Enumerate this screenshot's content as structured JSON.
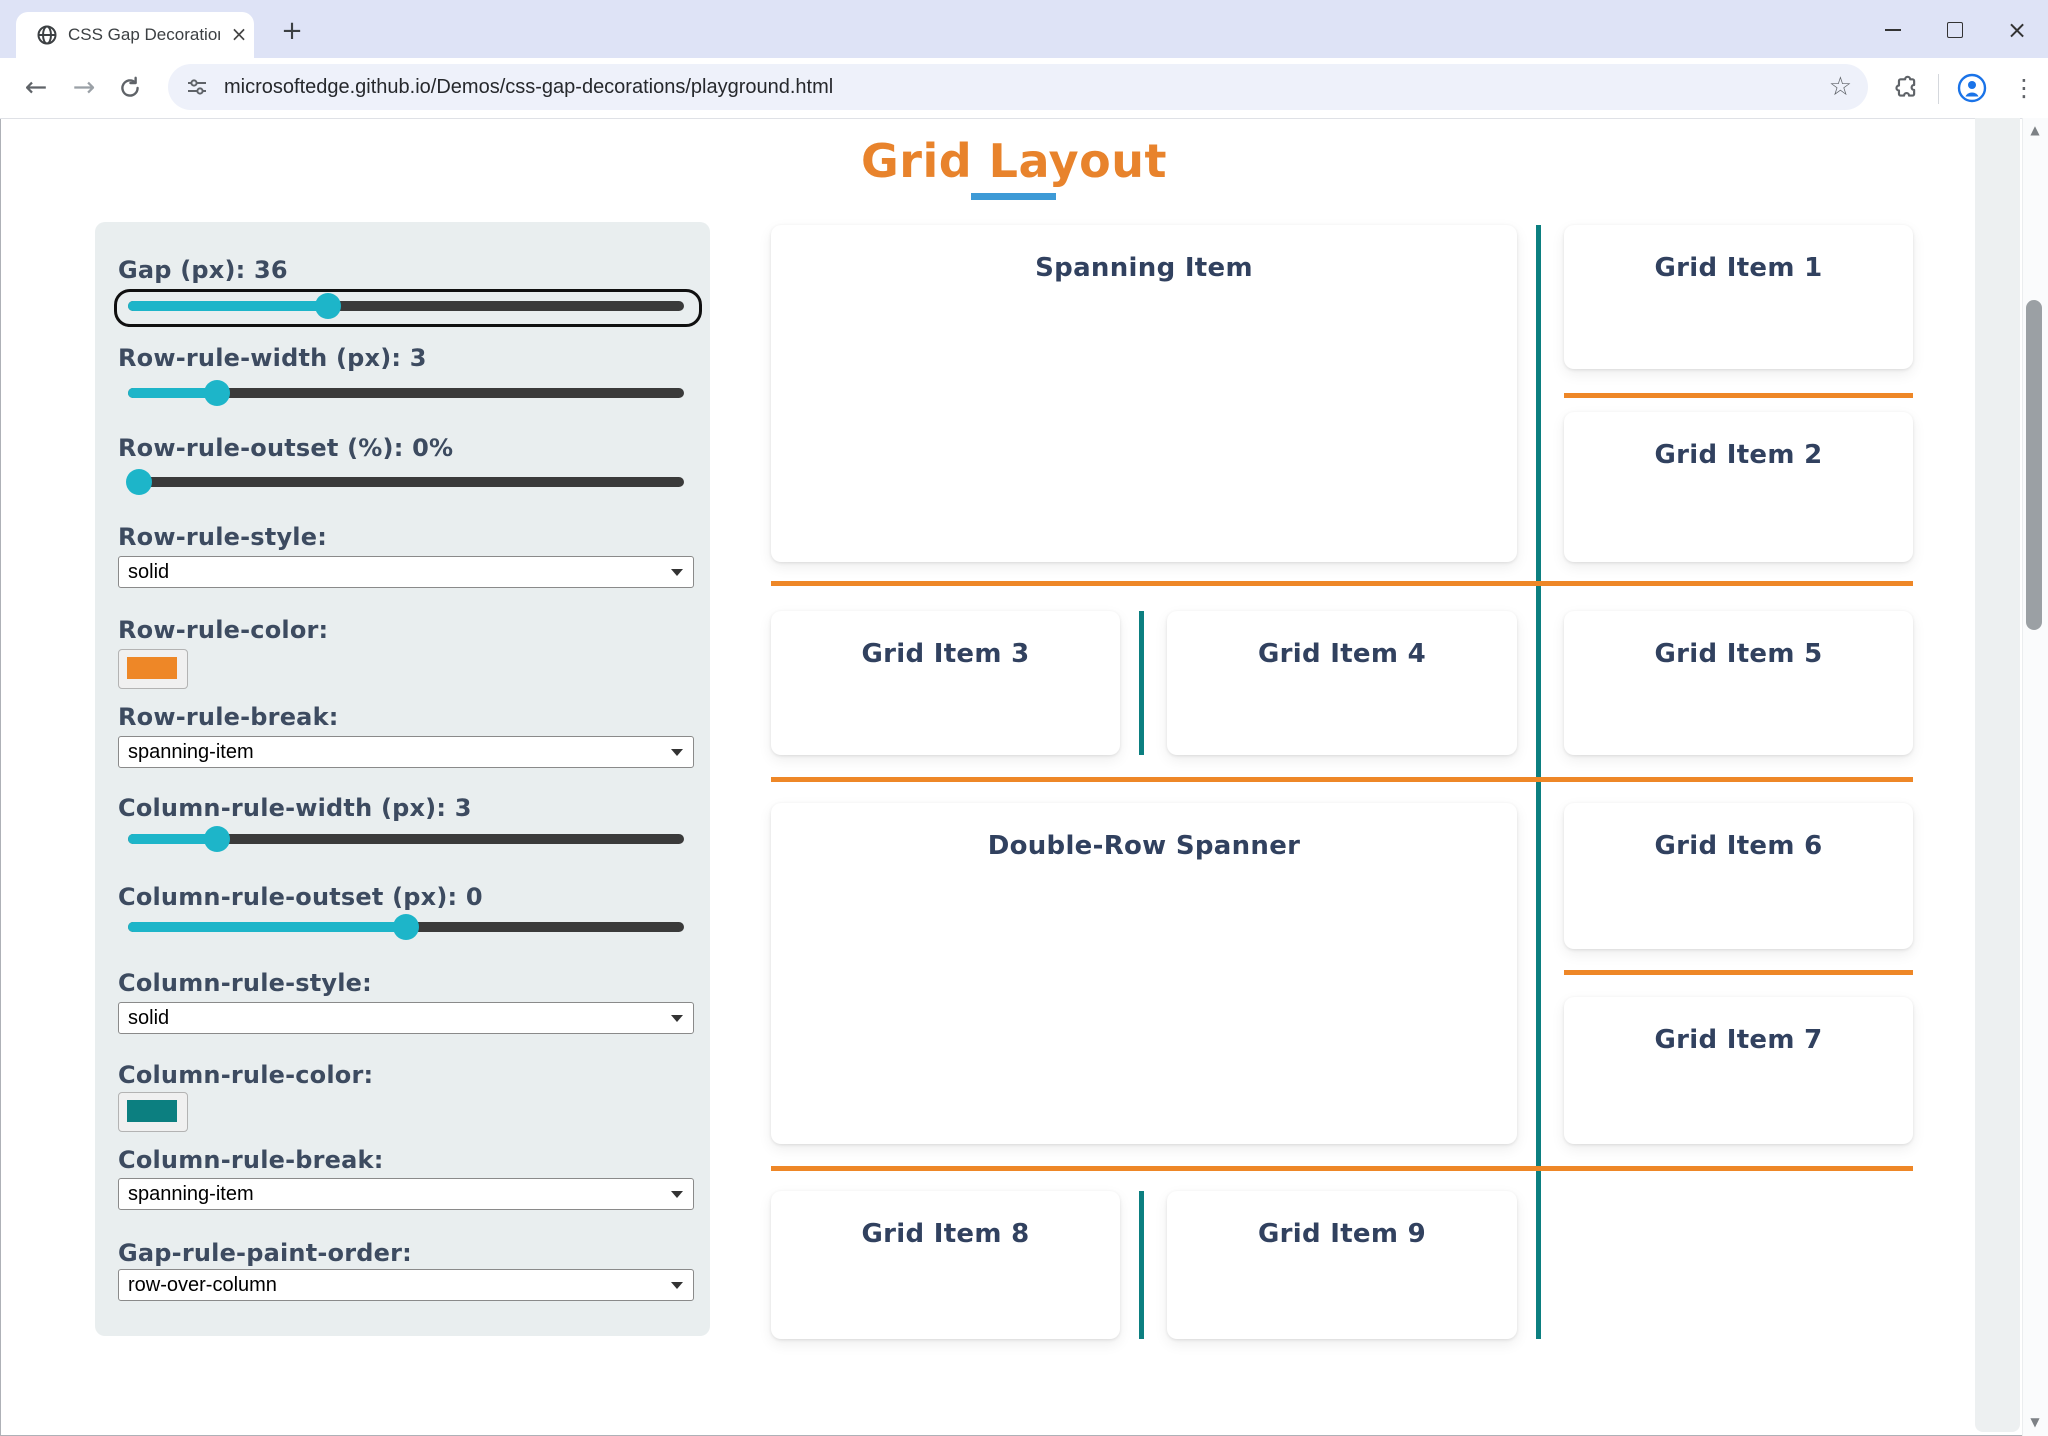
{
  "theme": {
    "orange": "#ee8727",
    "teal": "#0c7f80",
    "cyan": "#1db5c9",
    "title-orange": "#e8832c",
    "underline-blue": "#3d9ad6",
    "panel-bg": "#e9eeef",
    "label-color": "#3d4b60",
    "card-text": "#31415f"
  },
  "browser": {
    "tab_title": "CSS Gap Decorations playgroun",
    "url": "microsoftedge.github.io/Demos/css-gap-decorations/playground.html",
    "icons": {
      "favicon": "globe-icon",
      "tab_close": "×",
      "new_tab": "+",
      "minimize": "minimize-bar",
      "maximize": "maximize-square",
      "window_close": "×",
      "back": "←",
      "forward": "→",
      "reload": "reload-arc",
      "site_info": "tune-icon",
      "bookmark": "☆",
      "extensions": "puzzle-icon",
      "profile": "person-circle-icon",
      "menu": "⋮",
      "scroll_up": "▲",
      "scroll_down": "▼"
    }
  },
  "page": {
    "title": "Grid Layout"
  },
  "controls": {
    "gap": {
      "label": "Gap (px): 36",
      "percent": 36
    },
    "row_rule_width": {
      "label": "Row-rule-width (px): 3",
      "percent": 16
    },
    "row_rule_outset": {
      "label": "Row-rule-outset (%): 0%",
      "percent": 2
    },
    "row_rule_style": {
      "label": "Row-rule-style:",
      "value": "solid"
    },
    "row_rule_color": {
      "label": "Row-rule-color:",
      "value": "#ee8727"
    },
    "row_rule_break": {
      "label": "Row-rule-break:",
      "value": "spanning-item"
    },
    "column_rule_width": {
      "label": "Column-rule-width (px): 3",
      "percent": 16
    },
    "column_rule_outset": {
      "label": "Column-rule-outset (px): 0",
      "percent": 50
    },
    "column_rule_style": {
      "label": "Column-rule-style:",
      "value": "solid"
    },
    "column_rule_color": {
      "label": "Column-rule-color:",
      "value": "#0c7f80"
    },
    "column_rule_break": {
      "label": "Column-rule-break:",
      "value": "spanning-item"
    },
    "gap_rule_paint_order": {
      "label": "Gap-rule-paint-order:",
      "value": "row-over-column"
    }
  },
  "grid": {
    "cards": [
      {
        "label": "Spanning Item"
      },
      {
        "label": "Grid Item 1"
      },
      {
        "label": "Grid Item 2"
      },
      {
        "label": "Grid Item 3"
      },
      {
        "label": "Grid Item 4"
      },
      {
        "label": "Grid Item 5"
      },
      {
        "label": "Double-Row Spanner"
      },
      {
        "label": "Grid Item 6"
      },
      {
        "label": "Grid Item 7"
      },
      {
        "label": "Grid Item 8"
      },
      {
        "label": "Grid Item 9"
      }
    ]
  }
}
